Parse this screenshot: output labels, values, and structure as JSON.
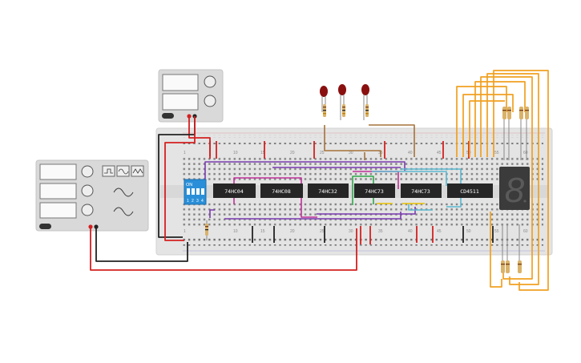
{
  "chips": [
    {
      "label": "74HC04"
    },
    {
      "label": "74HC08"
    },
    {
      "label": "74HC32"
    },
    {
      "label": "74HC73"
    },
    {
      "label": "74HC73"
    },
    {
      "label": "CD4511"
    }
  ],
  "dip_switch": {
    "on_label": "ON",
    "numbers": [
      "1",
      "2",
      "3",
      "4"
    ]
  },
  "breadboard": {
    "columns": [
      "1",
      "10",
      "15",
      "20",
      "25",
      "30",
      "35",
      "40",
      "45",
      "50",
      "55",
      "60"
    ]
  },
  "seven_segment": {
    "digit": "8"
  },
  "colors": {
    "red": "#d42020",
    "black": "#222222",
    "purple": "#7a3bb0",
    "magenta": "#c0309a",
    "green": "#2ea84a",
    "yellow": "#e8c000",
    "cyan": "#5ab8d0",
    "brown": "#a5723a",
    "orange": "#f0a020",
    "board": "#e3e3e3",
    "switch_blue": "#2a8fd8"
  }
}
